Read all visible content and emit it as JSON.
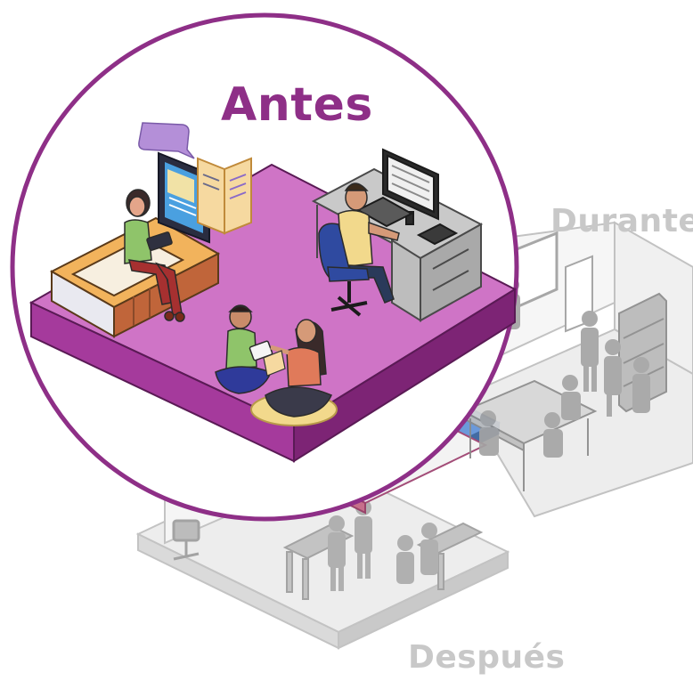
{
  "stages": {
    "before": {
      "label": "Antes",
      "color": "#8e2f87"
    },
    "during": {
      "label": "Durante",
      "color": "#c8c8c8"
    },
    "after": {
      "label": "Después",
      "color": "#c8c8c8"
    }
  },
  "colors": {
    "accent_purple": "#8e2f87",
    "platform_top": "#cf74c6",
    "grey_scene": "#c8c8c8"
  },
  "icons": [
    "speech-bubble-icon",
    "tablet-icon",
    "computer-monitor-icon",
    "book-icon"
  ]
}
